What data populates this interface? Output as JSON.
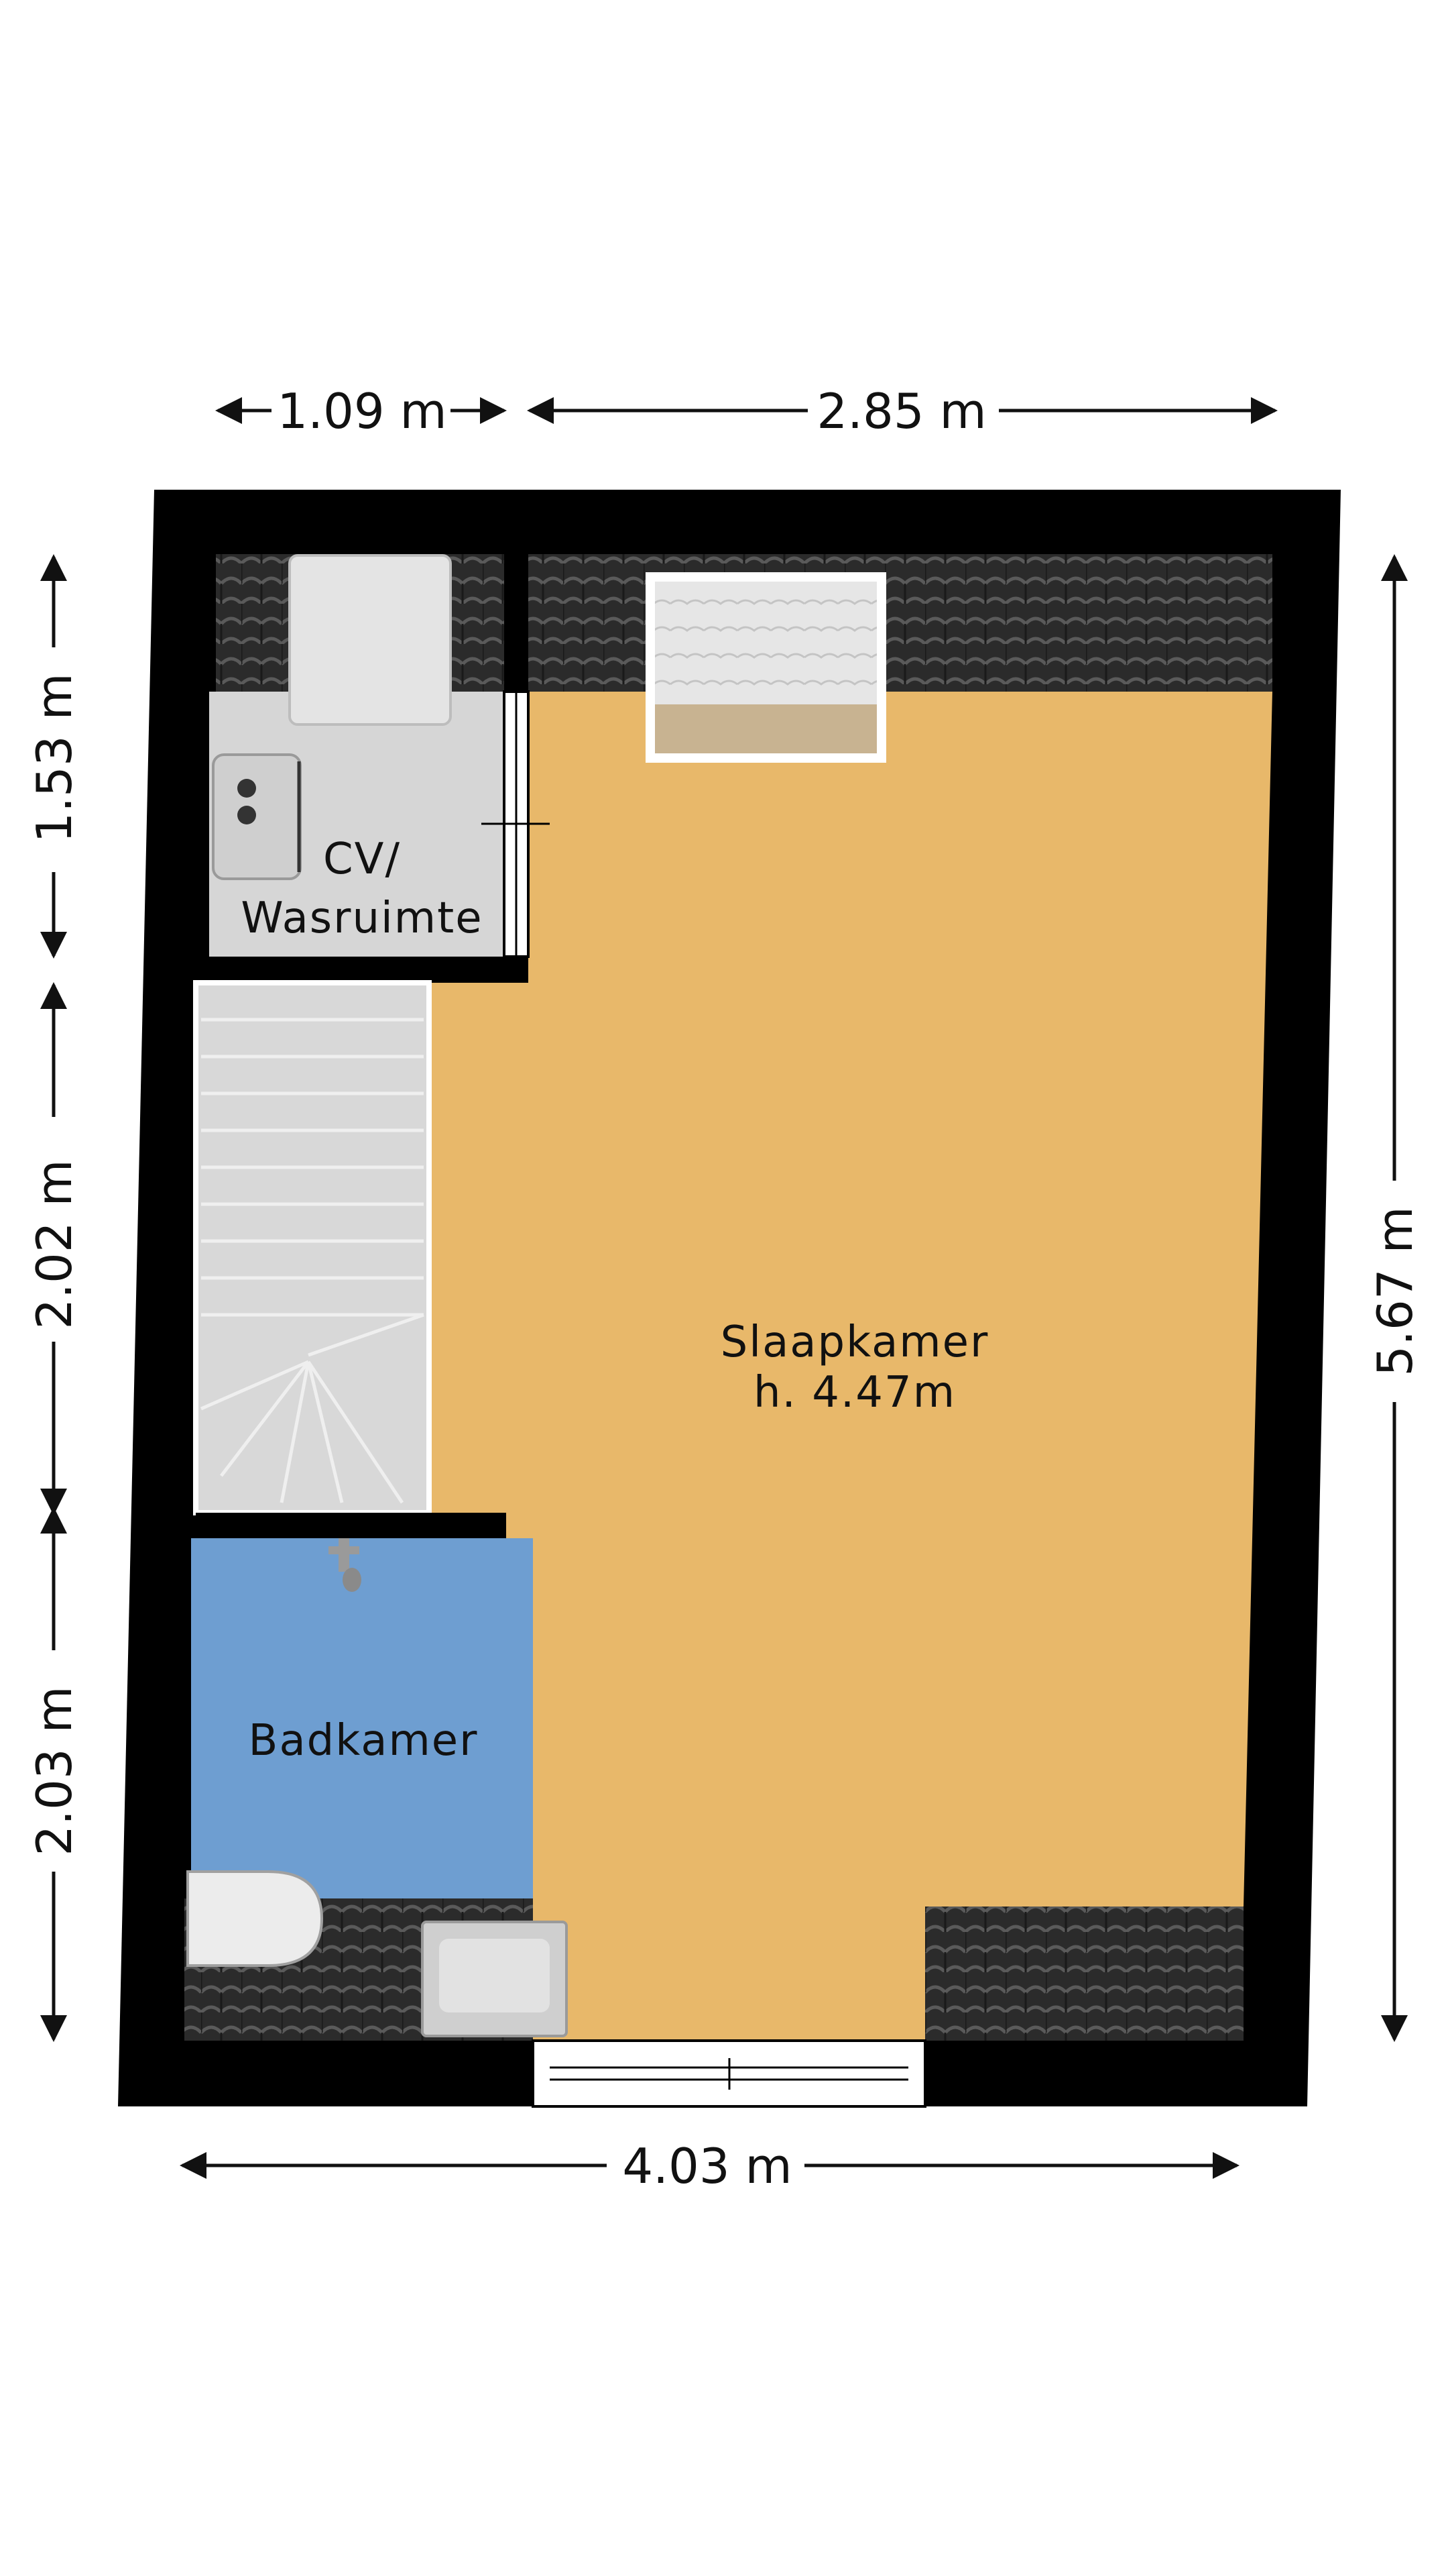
{
  "dimensions": {
    "top_left": "1.09 m",
    "top_right": "2.85 m",
    "bottom": "4.03 m",
    "left_top": "1.53 m",
    "left_middle": "2.02 m",
    "left_bottom": "2.03 m",
    "right": "5.67 m"
  },
  "rooms": {
    "cv": {
      "line1": "CV/",
      "line2": "Wasruimte"
    },
    "slaapkamer": {
      "name": "Slaapkamer",
      "height": "h. 4.47m"
    },
    "badkamer": {
      "name": "Badkamer"
    }
  },
  "colors": {
    "wall": "#000000",
    "slaapkamer": "#E8B86A",
    "badkamer": "#6E9ED1",
    "cv_floor": "#D6D6D6",
    "roof_tiles": "#2E2E2E",
    "stairs": "#D9D9D9"
  }
}
